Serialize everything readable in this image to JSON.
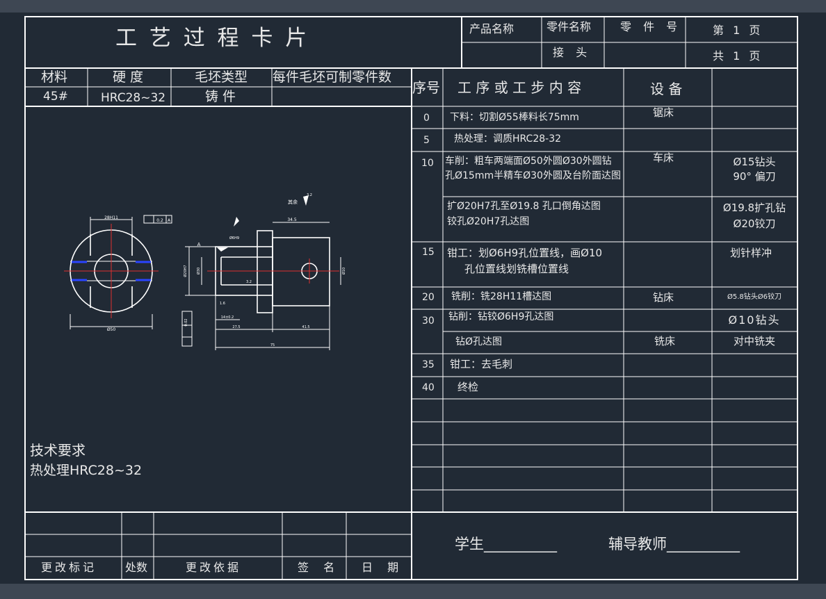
{
  "card": {
    "title": "工 艺 过 程 卡 片",
    "product_name_label": "产品名称",
    "part_name_label": "零件名称",
    "part_number_label": "零 件 号",
    "part_name_value": "接 头",
    "page_label": "第 1 页",
    "total_label": "共 1 页"
  },
  "material": {
    "material_label": "材料",
    "hardness_label": "硬 度",
    "blank_type_label": "毛坯类型",
    "parts_per_blank_label": "每件毛坯可制零件数",
    "material_value": "45#",
    "hardness_value": "HRC28~32",
    "blank_type_value": "铸 件"
  },
  "process_header": {
    "seq_label": "序号",
    "content_label": "工 序 或 工 步 内 容",
    "equipment_label": "设 备"
  },
  "process_rows": [
    {
      "seq": "0",
      "content": [
        "下料：切割Ø55棒料长75mm"
      ],
      "equipment": "锯床",
      "tool": ""
    },
    {
      "seq": "5",
      "content": [
        "热处理：调质HRC28-32"
      ],
      "equipment": "",
      "tool": ""
    },
    {
      "seq": "10",
      "content": [
        "车削：粗车两端面Ø50外圆Ø30外圆钻",
        "孔Ø15mm半精车Ø30外圆及台阶面达图"
      ],
      "equipment": "车床",
      "tool": "Ø15钻头\n90° 偏刀"
    },
    {
      "seq": "",
      "content": [
        "扩Ø20H7孔至Ø19.8 孔口倒角达图",
        "铰孔Ø20H7孔达图"
      ],
      "equipment": "",
      "tool": "Ø19.8扩孔钻\nØ20铰刀"
    },
    {
      "seq": "15",
      "content": [
        "钳工：划Ø6H9孔位置线，画Ø10",
        "孔位置线划铣槽位置线"
      ],
      "equipment": "",
      "tool": "划针样冲"
    },
    {
      "seq": "20",
      "content": [
        "铣削：铣28H11槽达图"
      ],
      "equipment": "钻床",
      "tool": "Ø5.8钻头Ø6铰刀"
    },
    {
      "seq": "30",
      "content": [
        "钻削：钻铰Ø6H9孔达图"
      ],
      "equipment": "",
      "tool": "Ø10钻头"
    },
    {
      "seq": "",
      "content": [
        "钻Ø孔达图"
      ],
      "equipment": "铣床",
      "tool": "对中铣夹"
    },
    {
      "seq": "35",
      "content": [
        "钳工：去毛刺"
      ],
      "equipment": "",
      "tool": ""
    },
    {
      "seq": "40",
      "content": [
        "终检"
      ],
      "equipment": "",
      "tool": ""
    }
  ],
  "tech": {
    "title": "技术要求",
    "line1": "热处理HRC28~32"
  },
  "change_table": {
    "mark_label": "更改标记",
    "count_label": "处数",
    "basis_label": "更改依据",
    "sign_label": "签 名",
    "date_label": "日 期"
  },
  "signature": {
    "student_label": "学生__________",
    "teacher_label": "辅导教师__________"
  },
  "drawing": {
    "left_top_dim": "28H11",
    "tol_frame": "0.2",
    "datum": "A",
    "bottom_dim_left": "Ø50",
    "tol_frame_v": "0.02",
    "right_dims": [
      "34.5",
      "Ø6H9",
      "Ø20H7",
      "Ø30",
      "Ø10",
      "14±0.2",
      "27.5",
      "41.5",
      "75"
    ],
    "roughness": [
      "3.2",
      "1.6",
      "3.2"
    ],
    "other_label": "其余"
  },
  "colors": {
    "background": "#212a35",
    "line": "#ffffff",
    "centerline": "#e03030",
    "hidden": "#2a44ff"
  }
}
